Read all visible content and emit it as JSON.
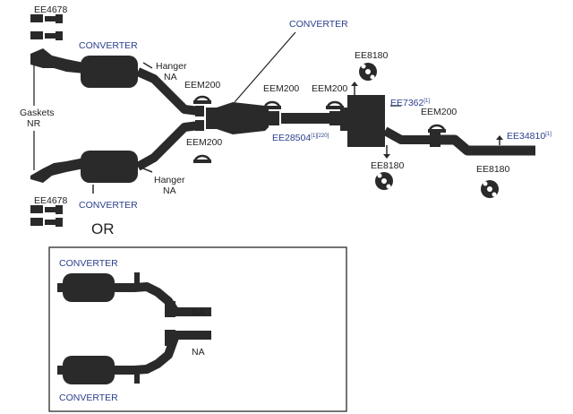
{
  "labels": {
    "ee4678_top": "EE4678",
    "ee4678_bottom": "EE4678",
    "converter_top": "CONVERTER",
    "converter_bottom": "CONVERTER",
    "converter_mid": "CONVERTER",
    "gaskets": "Gaskets",
    "gaskets_nr": "NR",
    "hanger_top": "Hanger",
    "hanger_top_na": "NA",
    "hanger_bottom": "Hanger",
    "hanger_bottom_na": "NA",
    "eem200_a": "EEM200",
    "eem200_b": "EEM200",
    "eem200_c": "EEM200",
    "eem200_d": "EEM200",
    "eem200_e": "EEM200",
    "ee8180_top": "EE8180",
    "ee8180_mid": "EE8180",
    "ee8180_right": "EE8180",
    "ee28504": "EE28504",
    "ee28504_sup": "[1][220]",
    "ee7362": "EE7362",
    "ee7362_sup": "[1]",
    "ee34810": "EE34810",
    "ee34810_sup": "[1]",
    "or": "OR"
  },
  "inset": {
    "converter_top": "CONVERTER",
    "converter_bottom": "CONVERTER",
    "na_top": "NA",
    "na_bottom": "NA"
  },
  "colors": {
    "part": "#2a2a2a",
    "label_blue": "#2b3f8c",
    "label_dark": "#222222"
  }
}
